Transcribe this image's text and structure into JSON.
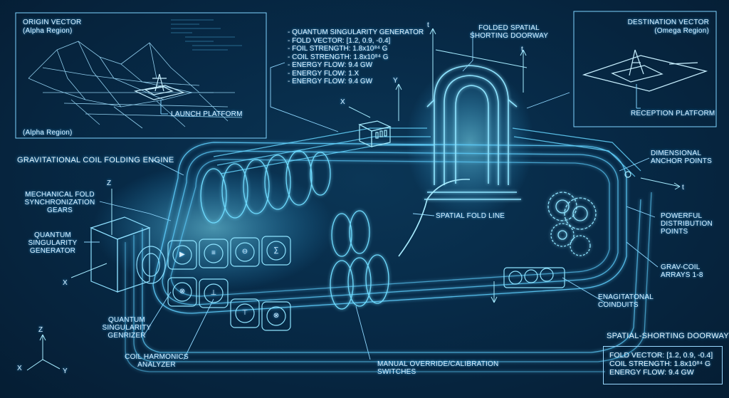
{
  "colors": {
    "background": "#06223a",
    "line": "#5fd0ff",
    "glow": "#2fb8ff",
    "text": "#d6efff"
  },
  "origin_panel": {
    "title": "ORIGIN VECTOR",
    "subtitle": "(Alpha Region)",
    "bottom_label": "(Alpha Region)",
    "launch_label": "LAUNCH PLATFORM"
  },
  "destination_panel": {
    "title": "DESTINATION VECTOR",
    "subtitle": "(Omega Region)",
    "reception_label": "RECEPTION PLATFORM"
  },
  "spec_list": [
    "- QUANTUM SINGULARITY GENERATOR",
    "- FOLD VECTOR: [1.2, 0.9, -0.4]",
    "- FOIL STRENGTH: 1.8x10⁸⁴ G",
    "- COIL STRENGTH: 1.8x10⁸⁴ G",
    "- ENERGY FLOW: 9.4 GW",
    "- ENERGY FLOW: 1.X",
    "- ENERGY FLOW: 9.4 GW"
  ],
  "labels": {
    "doorway": "FOLDED SPATIAL\nSHORTING DOORWAY",
    "engine": "GRAVITATIONAL COIL FOLDING ENGINE",
    "sync_gears": "MECHANICAL FOLD\nSYNCHRONIZATION\nGEARS",
    "generator": "QUANTUM\nSINGULARITY\nGENERATOR",
    "genrizer": "QUANTUM\nSINGULARITY\nGENRIZER",
    "harmonics": "COIL HARMONICS\nANALYZER",
    "override": "MANUAL OVERRIDE/CALIBRATION\nSWITCHES",
    "fold_line": "SPATIAL FOLD LINE",
    "anchor": "DIMENSIONAL\nANCHOR POINTS",
    "distribution": "POWERFUL\nDISTRIBUTION\nPOINTS",
    "arrays": "GRAV-COIL\nARRAYS 1-8",
    "conduits": "ENAGITATONAL\nCOINDUITS"
  },
  "axes": {
    "t": "t",
    "x": "X",
    "y": "Y",
    "z": "Z"
  },
  "doorway_box": {
    "title": "SPATIAL-SHORTING DOORWAY",
    "lines": [
      "FOLD VECTOR: [1.2, 0.9, -0.4]",
      "COIL STRENGTH: 1.8x10⁸⁴ G",
      "ENERGY FLOW: 9.4 GW"
    ]
  },
  "button_symbols": [
    "▶",
    "≡",
    "⊖",
    "∑",
    "⊗",
    "⊥",
    "⊤",
    "⊗"
  ],
  "icons": [
    "switch-icon",
    "gear-icon",
    "coil-icon",
    "axis-icon"
  ]
}
